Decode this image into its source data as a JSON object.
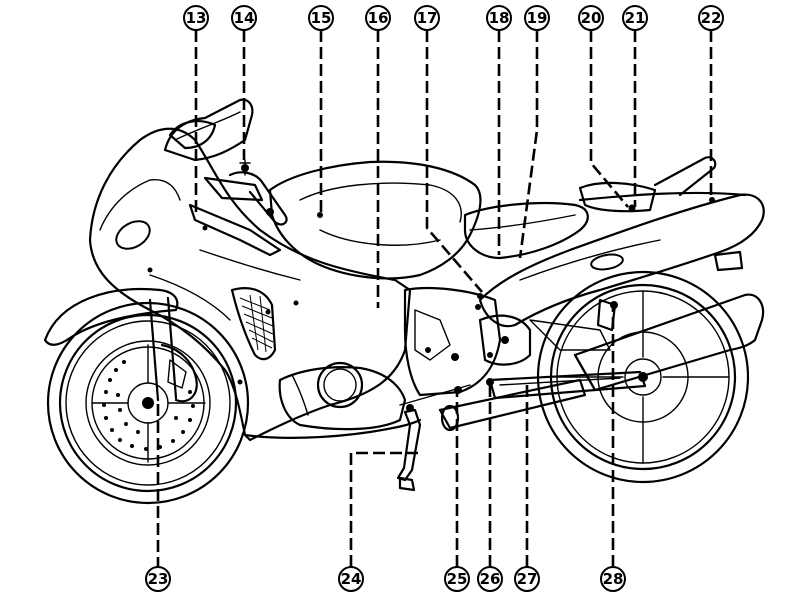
{
  "callouts": [
    {
      "id": "13",
      "label": "13"
    },
    {
      "id": "14",
      "label": "14"
    },
    {
      "id": "15",
      "label": "15"
    },
    {
      "id": "16",
      "label": "16"
    },
    {
      "id": "17",
      "label": "17"
    },
    {
      "id": "18",
      "label": "18"
    },
    {
      "id": "19",
      "label": "19"
    },
    {
      "id": "20",
      "label": "20"
    },
    {
      "id": "21",
      "label": "21"
    },
    {
      "id": "22",
      "label": "22"
    },
    {
      "id": "23",
      "label": "23"
    },
    {
      "id": "24",
      "label": "24"
    },
    {
      "id": "25",
      "label": "25"
    },
    {
      "id": "26",
      "label": "26"
    },
    {
      "id": "27",
      "label": "27"
    },
    {
      "id": "28",
      "label": "28"
    }
  ]
}
